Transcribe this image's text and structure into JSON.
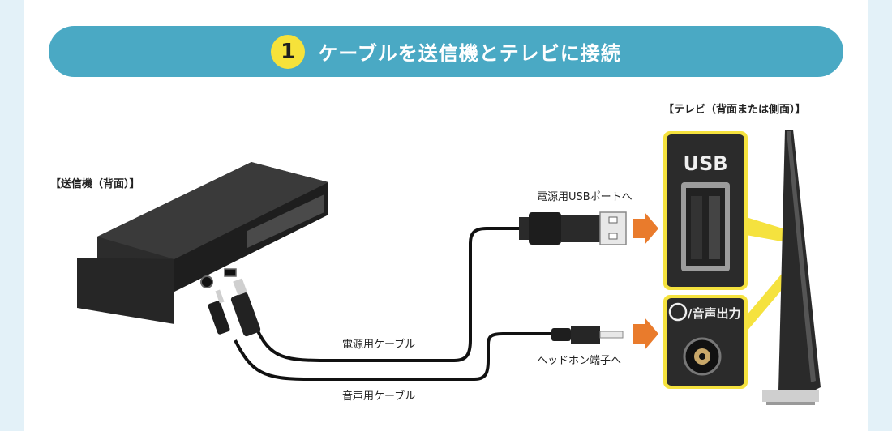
{
  "banner": {
    "step_number": "1",
    "title": "ケーブルを送信機とテレビに接続"
  },
  "labels": {
    "transmitter_back": "【送信機（背面）】",
    "tv_side": "【テレビ（背面または側面）】",
    "to_usb_port": "電源用USBポートへ",
    "to_headphone": "ヘッドホン端子へ",
    "power_cable": "電源用ケーブル",
    "audio_cable": "音声用ケーブル",
    "usb_port_label": "USB",
    "audio_out_label": "/音声出力"
  },
  "colors": {
    "banner": "#4aa9c4",
    "badge": "#f6e23a",
    "arrow": "#e97b2c",
    "highlight": "#f5e23e",
    "background": "#e3f1f8"
  }
}
